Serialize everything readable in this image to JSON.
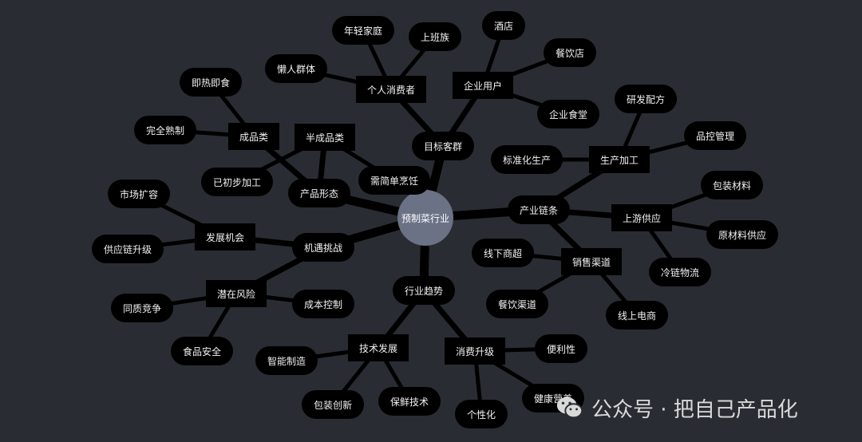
{
  "center": "预制菜行业",
  "branches": {
    "target": {
      "label": "目标客群",
      "personal": {
        "label": "个人消费者",
        "items": [
          "年轻家庭",
          "上班族",
          "懒人群体"
        ]
      },
      "enterprise": {
        "label": "企业用户",
        "items": [
          "酒店",
          "餐饮店",
          "企业食堂"
        ]
      }
    },
    "chain": {
      "label": "产业链条",
      "production": {
        "label": "生产加工",
        "items": [
          "研发配方",
          "品控管理",
          "标准化生产"
        ]
      },
      "upstream": {
        "label": "上游供应",
        "items": [
          "包装材料",
          "原材料供应",
          "冷链物流"
        ]
      },
      "sales": {
        "label": "销售渠道",
        "items": [
          "线下商超",
          "餐饮渠道",
          "线上电商"
        ]
      }
    },
    "trend": {
      "label": "行业趋势",
      "tech": {
        "label": "技术发展",
        "items": [
          "智能制造",
          "包装创新",
          "保鲜技术"
        ]
      },
      "consumption": {
        "label": "消费升级",
        "items": [
          "便利性",
          "健康营养",
          "个性化"
        ]
      }
    },
    "challenge": {
      "label": "机遇挑战",
      "opportunity": {
        "label": "发展机会",
        "items": [
          "市场扩容",
          "供应链升级"
        ]
      },
      "risk": {
        "label": "潜在风险",
        "items": [
          "同质竞争",
          "成本控制",
          "食品安全"
        ]
      }
    },
    "form": {
      "label": "产品形态",
      "finished": {
        "label": "成品类",
        "items": [
          "即热即食",
          "完全熟制"
        ]
      },
      "semi": {
        "label": "半成品类",
        "items": [
          "已初步加工",
          "需简单烹饪"
        ]
      }
    }
  },
  "watermark": "公众号 · 把自己产品化",
  "colors": {
    "background": "#2a2c33",
    "node": "#000000",
    "center": "#6b7285",
    "edge": "#000000",
    "text": "#f2f2f2"
  }
}
